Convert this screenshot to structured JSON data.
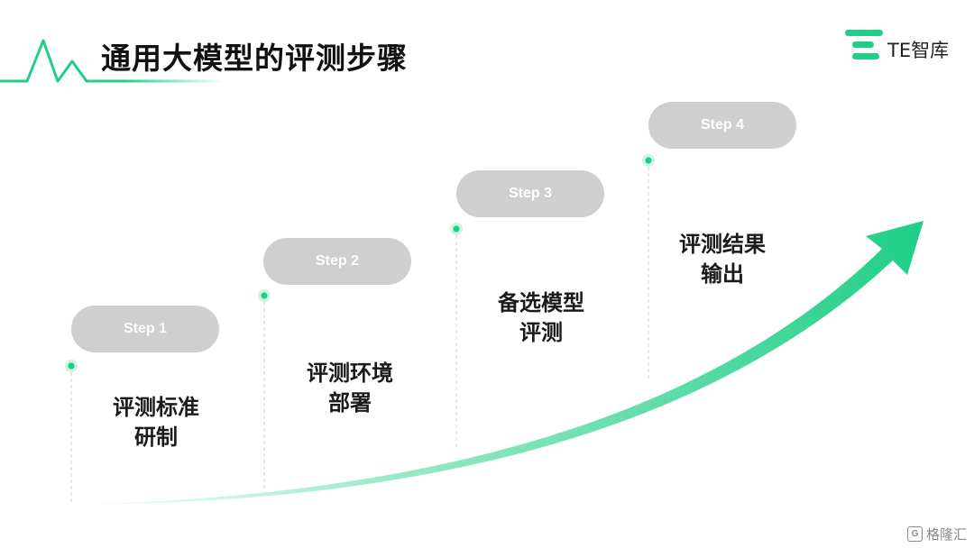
{
  "header": {
    "title": "通用大模型的评测步骤"
  },
  "brand": {
    "name": "TE智库",
    "icon": "te-logo-icon"
  },
  "steps": [
    {
      "label": "Step 1",
      "lines": [
        "评测标准",
        "研制"
      ]
    },
    {
      "label": "Step 2",
      "lines": [
        "评测环境",
        "部署"
      ]
    },
    {
      "label": "Step 3",
      "lines": [
        "备选模型",
        "评测"
      ]
    },
    {
      "label": "Step 4",
      "lines": [
        "评测结果",
        "输出"
      ]
    }
  ],
  "watermark": {
    "text": "格隆汇",
    "icon": "gelonghui-logo-icon"
  },
  "colors": {
    "accent_green": "#1fcf86",
    "pill_gray": "#cfcfcf",
    "dashed_line": "#d9d9d9"
  }
}
